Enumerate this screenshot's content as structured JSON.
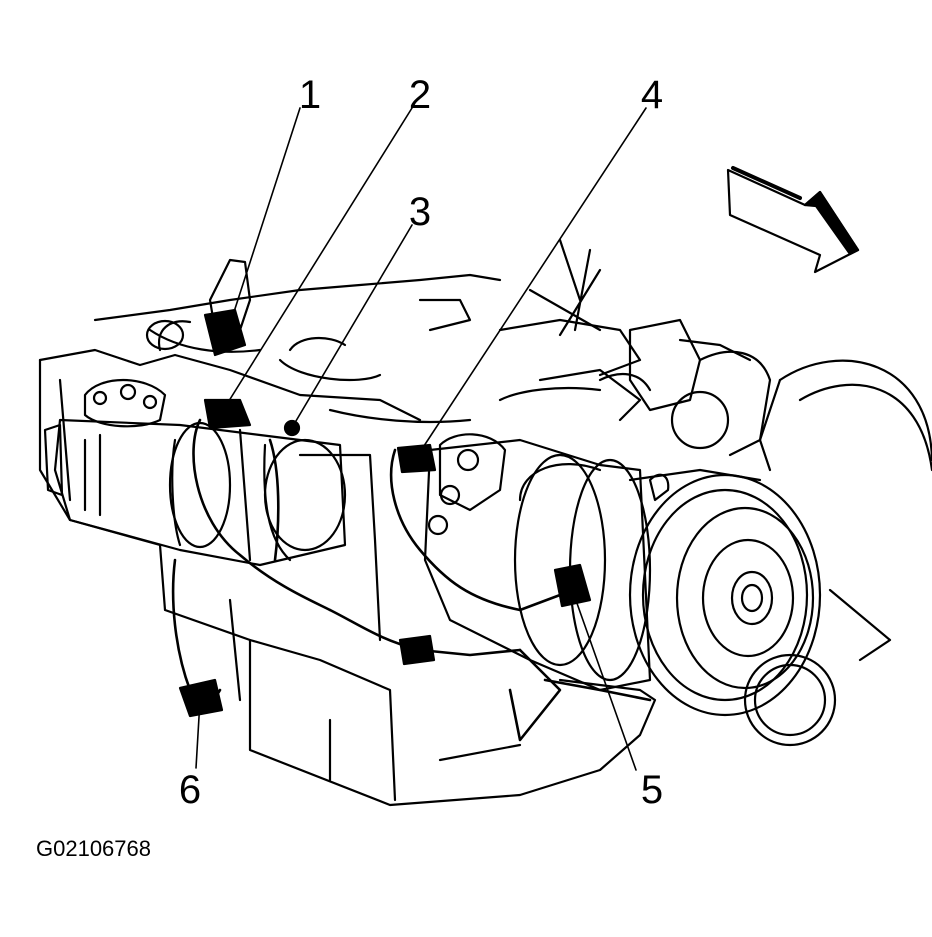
{
  "callouts": [
    "1",
    "2",
    "3",
    "4",
    "5",
    "6"
  ],
  "figure_id": "G02106768"
}
